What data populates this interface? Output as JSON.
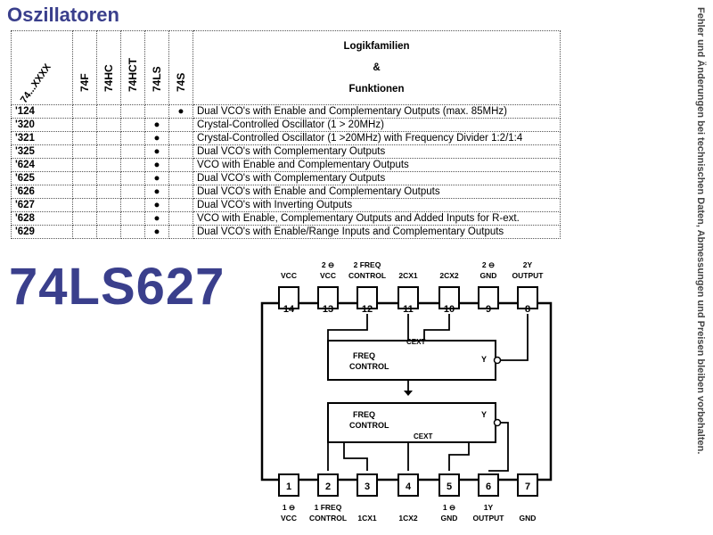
{
  "title": "Oszillatoren",
  "side_note": "Fehler und Änderungen bei technischen Daten, Abmessungen und Preisen bleiben vorbehalten.",
  "table": {
    "corner_label": "74...XXXX",
    "families": [
      "74F",
      "74HC",
      "74HCT",
      "74LS",
      "74S"
    ],
    "header_lines": [
      "Logikfamilien",
      "&",
      "Funktionen"
    ],
    "dot": "●",
    "rows": [
      {
        "code": "'124",
        "dots": [
          false,
          false,
          false,
          false,
          true
        ],
        "desc": "Dual VCO's with Enable and Complementary Outputs (max. 85MHz)"
      },
      {
        "code": "'320",
        "dots": [
          false,
          false,
          false,
          true,
          false
        ],
        "desc": "Crystal-Controlled Oscillator (1 > 20MHz)"
      },
      {
        "code": "'321",
        "dots": [
          false,
          false,
          false,
          true,
          false
        ],
        "desc": "Crystal-Controlled Oscillator (1 >20MHz) with Frequency Divider 1:2/1:4"
      },
      {
        "code": "'325",
        "dots": [
          false,
          false,
          false,
          true,
          false
        ],
        "desc": "Dual VCO's with Complementary Outputs"
      },
      {
        "code": "'624",
        "dots": [
          false,
          false,
          false,
          true,
          false
        ],
        "desc": "VCO with Enable and Complementary Outputs"
      },
      {
        "code": "'625",
        "dots": [
          false,
          false,
          false,
          true,
          false
        ],
        "desc": "Dual VCO's with Complementary Outputs"
      },
      {
        "code": "'626",
        "dots": [
          false,
          false,
          false,
          true,
          false
        ],
        "desc": "Dual VCO's with Enable and Complementary Outputs"
      },
      {
        "code": "'627",
        "dots": [
          false,
          false,
          false,
          true,
          false
        ],
        "desc": "Dual VCO's with Inverting Outputs"
      },
      {
        "code": "'628",
        "dots": [
          false,
          false,
          false,
          true,
          false
        ],
        "desc": "VCO with Enable, Complementary Outputs and Added Inputs for R-ext."
      },
      {
        "code": "'629",
        "dots": [
          false,
          false,
          false,
          true,
          false
        ],
        "desc": "Dual VCO's with Enable/Range Inputs and Complementary Outputs"
      }
    ]
  },
  "part_name": "74LS627",
  "diagram": {
    "top_pins": [
      {
        "num": "14",
        "label1": "",
        "label2": "VCC"
      },
      {
        "num": "13",
        "label1": "2 ⊖",
        "label2": "VCC"
      },
      {
        "num": "12",
        "label1": "2 FREQ",
        "label2": "CONTROL"
      },
      {
        "num": "11",
        "label1": "",
        "label2": "2CX1"
      },
      {
        "num": "10",
        "label1": "",
        "label2": "2CX2"
      },
      {
        "num": "9",
        "label1": "2 ⊖",
        "label2": "GND"
      },
      {
        "num": "8",
        "label1": "2Y",
        "label2": "OUTPUT"
      }
    ],
    "bottom_pins": [
      {
        "num": "1",
        "label1": "1 ⊖",
        "label2": "VCC"
      },
      {
        "num": "2",
        "label1": "1 FREQ",
        "label2": "CONTROL"
      },
      {
        "num": "3",
        "label1": "",
        "label2": "1CX1"
      },
      {
        "num": "4",
        "label1": "",
        "label2": "1CX2"
      },
      {
        "num": "5",
        "label1": "1 ⊖",
        "label2": "GND"
      },
      {
        "num": "6",
        "label1": "1Y",
        "label2": "OUTPUT"
      },
      {
        "num": "7",
        "label1": "",
        "label2": "GND"
      }
    ],
    "block_label1": "FREQ",
    "block_label2": "CONTROL",
    "cext_label": "CEXT",
    "y_label": "Y"
  }
}
